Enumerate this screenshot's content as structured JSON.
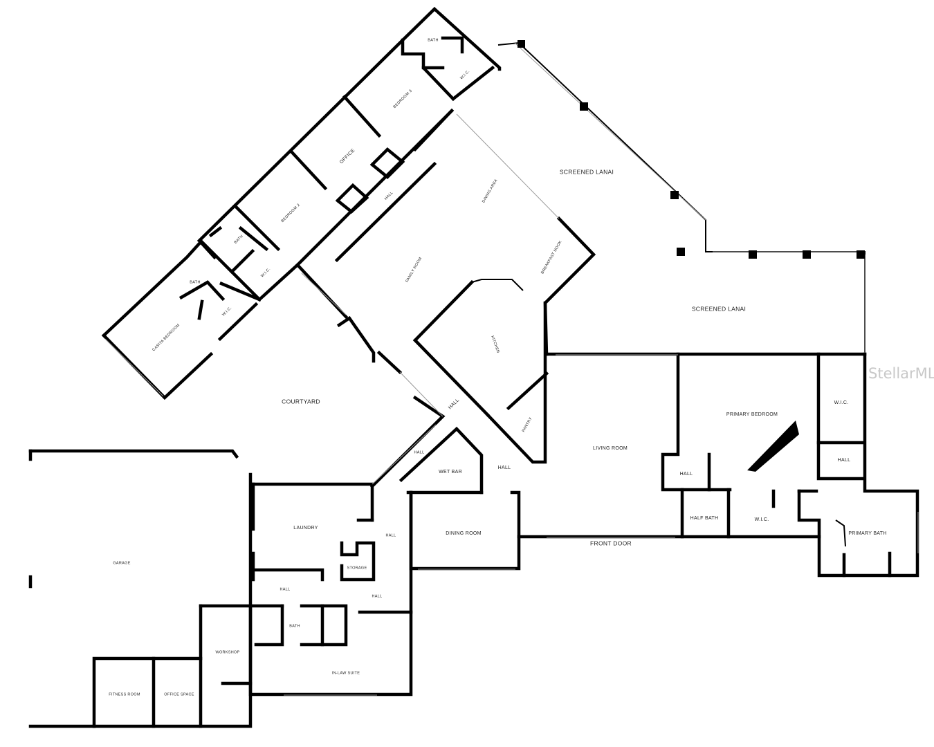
{
  "rooms": {
    "bath_upper": "BATH",
    "wic_upper": "W.I.C.",
    "bedroom3": "BEDROOM 3",
    "office": "OFFICE",
    "hall_upper": "HALL",
    "bedroom2": "BEDROOM 2",
    "bath_mid": "BATH",
    "wic_mid": "W.I.C.",
    "casita_bath": "BATH",
    "casita_wic": "W.I.C.",
    "casita_bedroom": "CASITA BEDROOM",
    "screened_lanai_1": "SCREENED LANAI",
    "dining_area": "DINING AREA",
    "breakfast_nook": "BREAKFAST NOOK",
    "family_room": "FAMILY ROOM",
    "screened_lanai_2": "SCREENED LANAI",
    "kitchen": "KITCHEN",
    "courtyard": "COURTYARD",
    "hall_kitchen": "HALL",
    "pantry": "PANTRY",
    "hall_small": "HALL",
    "wet_bar": "WET BAR",
    "hall_center": "HALL",
    "living_room": "LIVING ROOM",
    "primary_bedroom": "PRIMARY BEDROOM",
    "wic_primary": "W.I.C.",
    "hall_primary": "HALL",
    "hall_left": "HALL",
    "half_bath": "HALF BATH",
    "wic_lower": "W.I.C.",
    "primary_bath": "PRIMARY BATH",
    "laundry": "LAUNDRY",
    "hall_laundry": "HALL",
    "dining_room": "DINING ROOM",
    "storage": "STORAGE",
    "garage": "GARAGE",
    "hall_garage": "HALL",
    "hall_suite": "HALL",
    "bath_suite": "BATH",
    "workshop": "WORKSHOP",
    "in_law_suite": "IN-LAW SUITE",
    "fitness_room": "FITNESS ROOM",
    "office_space": "OFFICE SPACE"
  },
  "front_door": "FRONT DOOR",
  "watermark": "StellarMLS"
}
